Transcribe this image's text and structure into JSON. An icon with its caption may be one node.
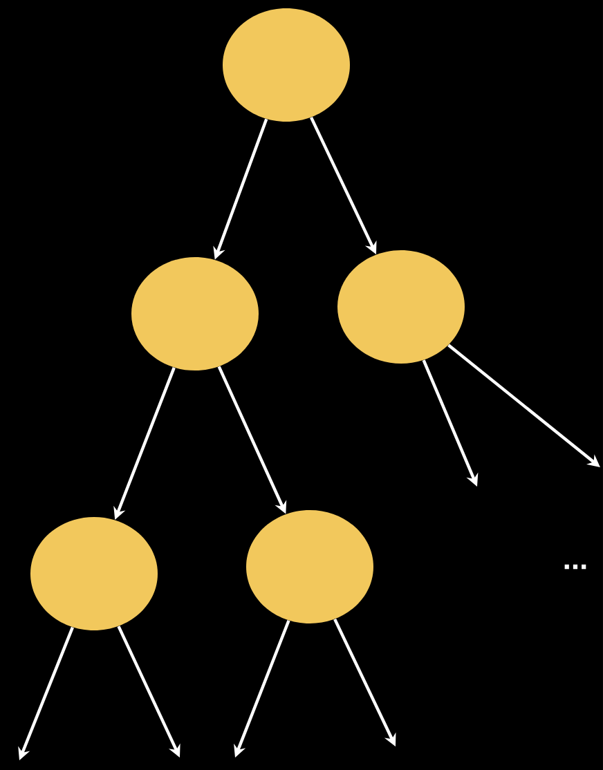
{
  "diagram": {
    "nodes": [
      {
        "text": [],
        "shape": "circle"
      },
      {
        "text": [],
        "shape": "circle"
      },
      {
        "text": [],
        "shape": "circle"
      },
      {
        "text": [],
        "shape": "circle"
      },
      {
        "text": [],
        "shape": "circle"
      }
    ],
    "edges": [
      {
        "from": 0,
        "to": 1,
        "arrow": "to"
      },
      {
        "from": 0,
        "to": 2,
        "arrow": "to"
      },
      {
        "from": 1,
        "to": 3,
        "arrow": "to"
      },
      {
        "from": 1,
        "to": 4,
        "arrow": "to"
      },
      {
        "from": 2,
        "to": null,
        "arrow": "to"
      },
      {
        "from": 2,
        "to": null,
        "arrow": "to"
      },
      {
        "from": 3,
        "to": null,
        "arrow": "to"
      },
      {
        "from": 3,
        "to": null,
        "arrow": "to"
      },
      {
        "from": 4,
        "to": null,
        "arrow": "to"
      },
      {
        "from": 4,
        "to": null,
        "arrow": "to"
      }
    ],
    "labels": [
      "..."
    ]
  }
}
